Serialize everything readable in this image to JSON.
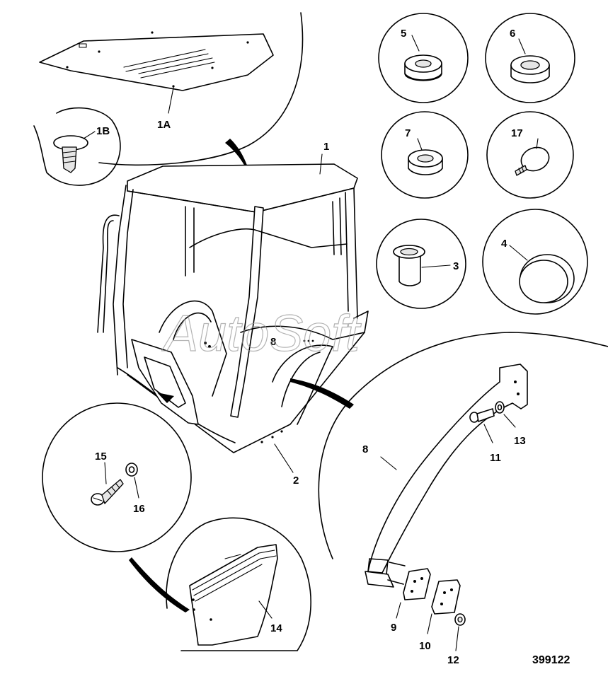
{
  "callouts": {
    "c1": "1",
    "c1a": "1A",
    "c1b": "1B",
    "c2": "2",
    "c3": "3",
    "c4": "4",
    "c5": "5",
    "c6": "6",
    "c7": "7",
    "c8_cab": "8",
    "c8_detail": "8",
    "c9": "9",
    "c10": "10",
    "c11": "11",
    "c12": "12",
    "c13": "13",
    "c14": "14",
    "c15": "15",
    "c16": "16",
    "c17": "17"
  },
  "reference_number": "399122",
  "watermark": "AutoSoft"
}
